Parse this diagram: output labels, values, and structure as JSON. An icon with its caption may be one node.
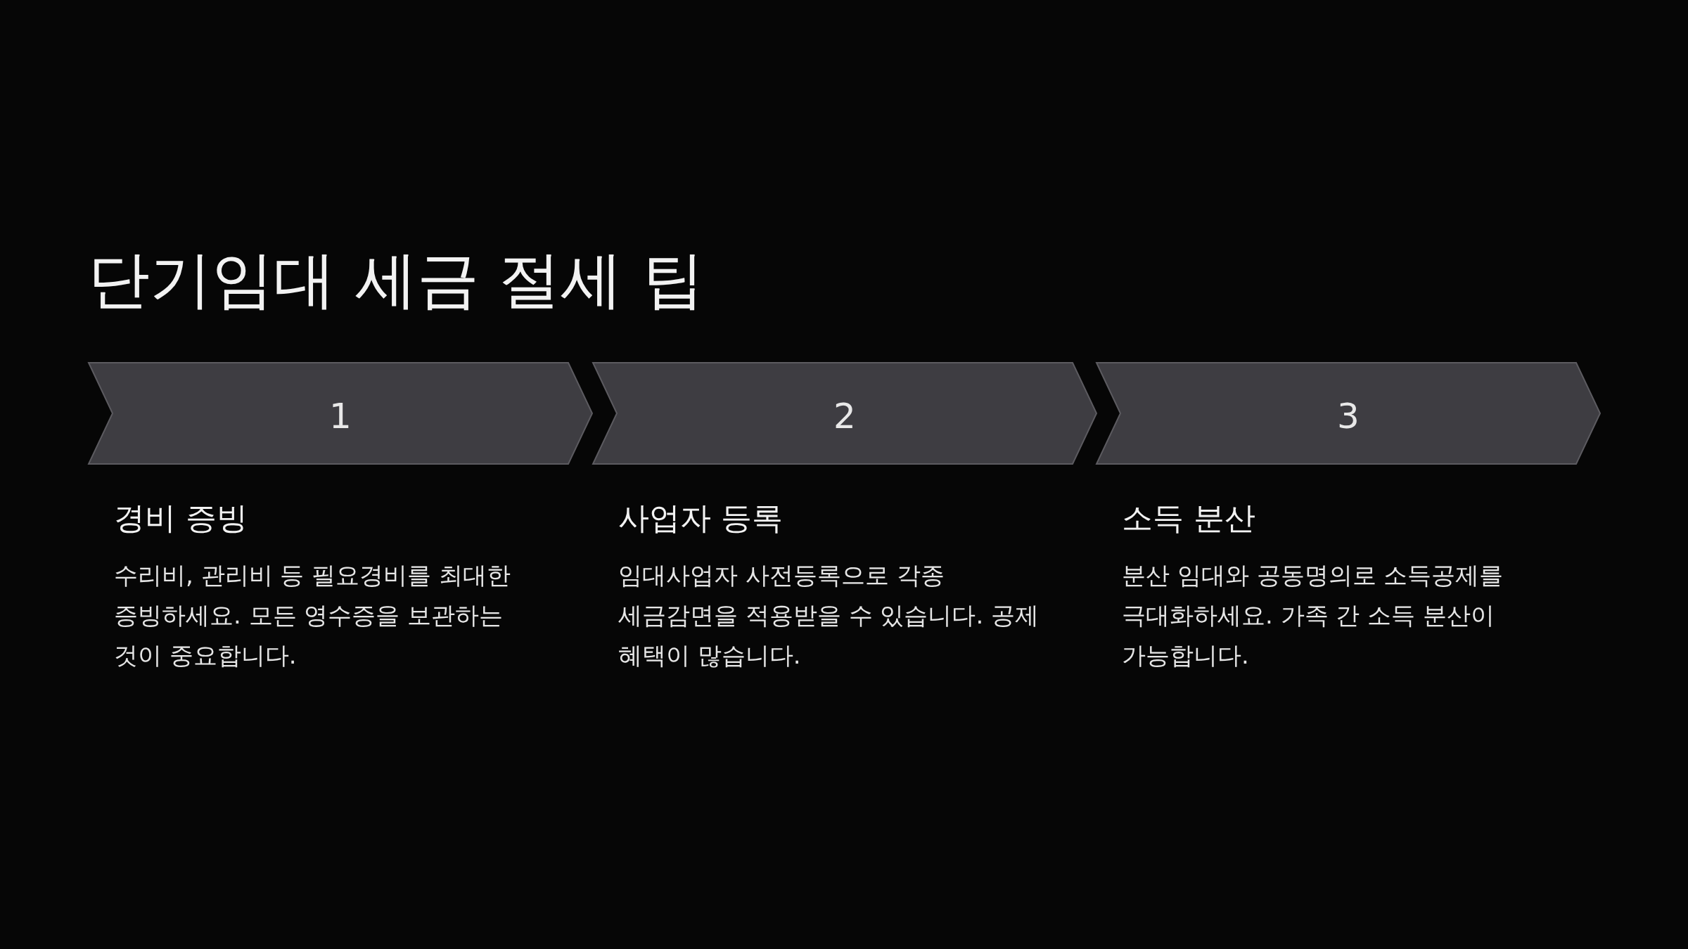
{
  "diagram": {
    "title": "단기임대 세금 절세 팁",
    "nodes": [
      {
        "text": [
          "1",
          "경비 증빙",
          "수리비, 관리비 등 필요경비를 최대한 증빙하세요. 모든 영수증을 보관하는 것이 중요합니다."
        ]
      },
      {
        "text": [
          "2",
          "사업자 등록",
          "임대사업자 사전등록으로 각종 세금감면을 적용받을 수 있습니다. 공제 혜택이 많습니다."
        ]
      },
      {
        "text": [
          "3",
          "소득 분산",
          "분산 임대와 공동명의로 소득공제를 극대화하세요. 가족 간 소득 분산이 가능합니다."
        ]
      }
    ]
  }
}
